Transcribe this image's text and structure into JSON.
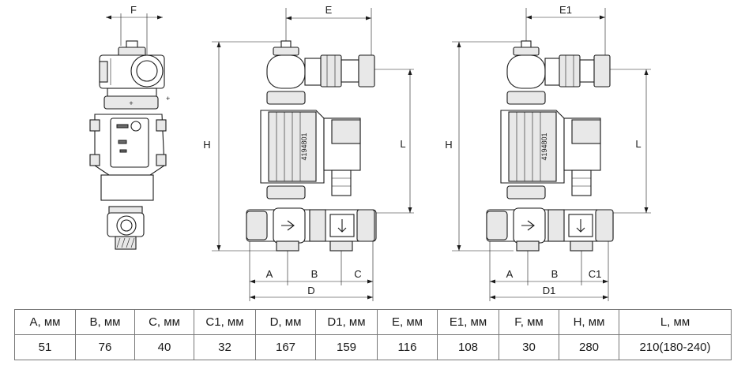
{
  "dimension_labels": {
    "F": "F",
    "E": "E",
    "E1": "E1",
    "H_left": "H",
    "H_right": "H",
    "L_left": "L",
    "L_right": "L",
    "A_left": "A",
    "B_left": "B",
    "C": "C",
    "D": "D",
    "A_right": "A",
    "B_right": "B",
    "C1": "C1",
    "D1": "D1"
  },
  "pump_marking": "4194801",
  "table": {
    "headers": [
      "A, мм",
      "B, мм",
      "C, мм",
      "C1, мм",
      "D, мм",
      "D1, мм",
      "E, мм",
      "E1, мм",
      "F, мм",
      "H, мм",
      "L, мм"
    ],
    "values": [
      "51",
      "76",
      "40",
      "32",
      "167",
      "159",
      "116",
      "108",
      "30",
      "280",
      "210(180-240)"
    ]
  },
  "colors": {
    "line": "#1a1a1a",
    "part_fill": "#e8e8e8",
    "table_border": "#777777"
  }
}
